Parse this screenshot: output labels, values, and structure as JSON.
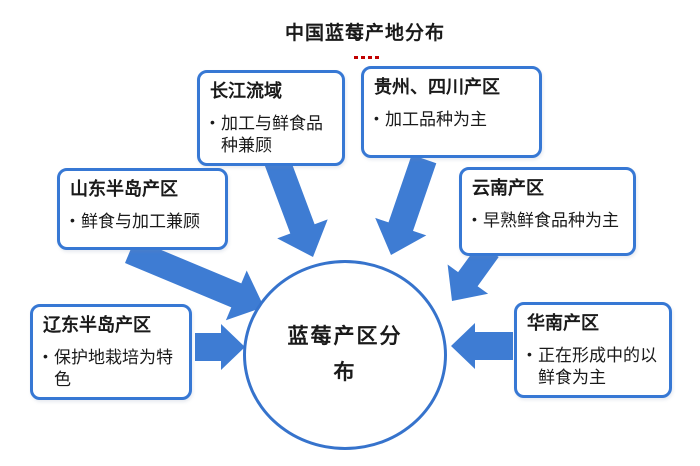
{
  "title": "中国蓝莓产地分布",
  "decoration": {
    "red_dot_count": 4
  },
  "center": {
    "label": "蓝莓产区分布"
  },
  "bullet_char": "•",
  "nodes": [
    {
      "id": "changjiang",
      "title": "长江流域",
      "bullet": "加工与鲜食品种兼顾"
    },
    {
      "id": "guizhou-sichuan",
      "title": "贵州、四川产区",
      "bullet": "加工品种为主"
    },
    {
      "id": "shandong",
      "title": "山东半岛产区",
      "bullet": "鲜食与加工兼顾"
    },
    {
      "id": "yunnan",
      "title": "云南产区",
      "bullet": "早熟鲜食品种为主"
    },
    {
      "id": "liaodong",
      "title": "辽东半岛产区",
      "bullet": "保护地栽培为特色"
    },
    {
      "id": "huanan",
      "title": "华南产区",
      "bullet": "正在形成中的以鲜食为主"
    }
  ],
  "colors": {
    "arrow": "#3e7cd3",
    "box_border": "#3778d4",
    "circle_border": "#3673cc",
    "text": "#1a1a1a",
    "red_dots": "#c00000",
    "background": "#ffffff"
  }
}
